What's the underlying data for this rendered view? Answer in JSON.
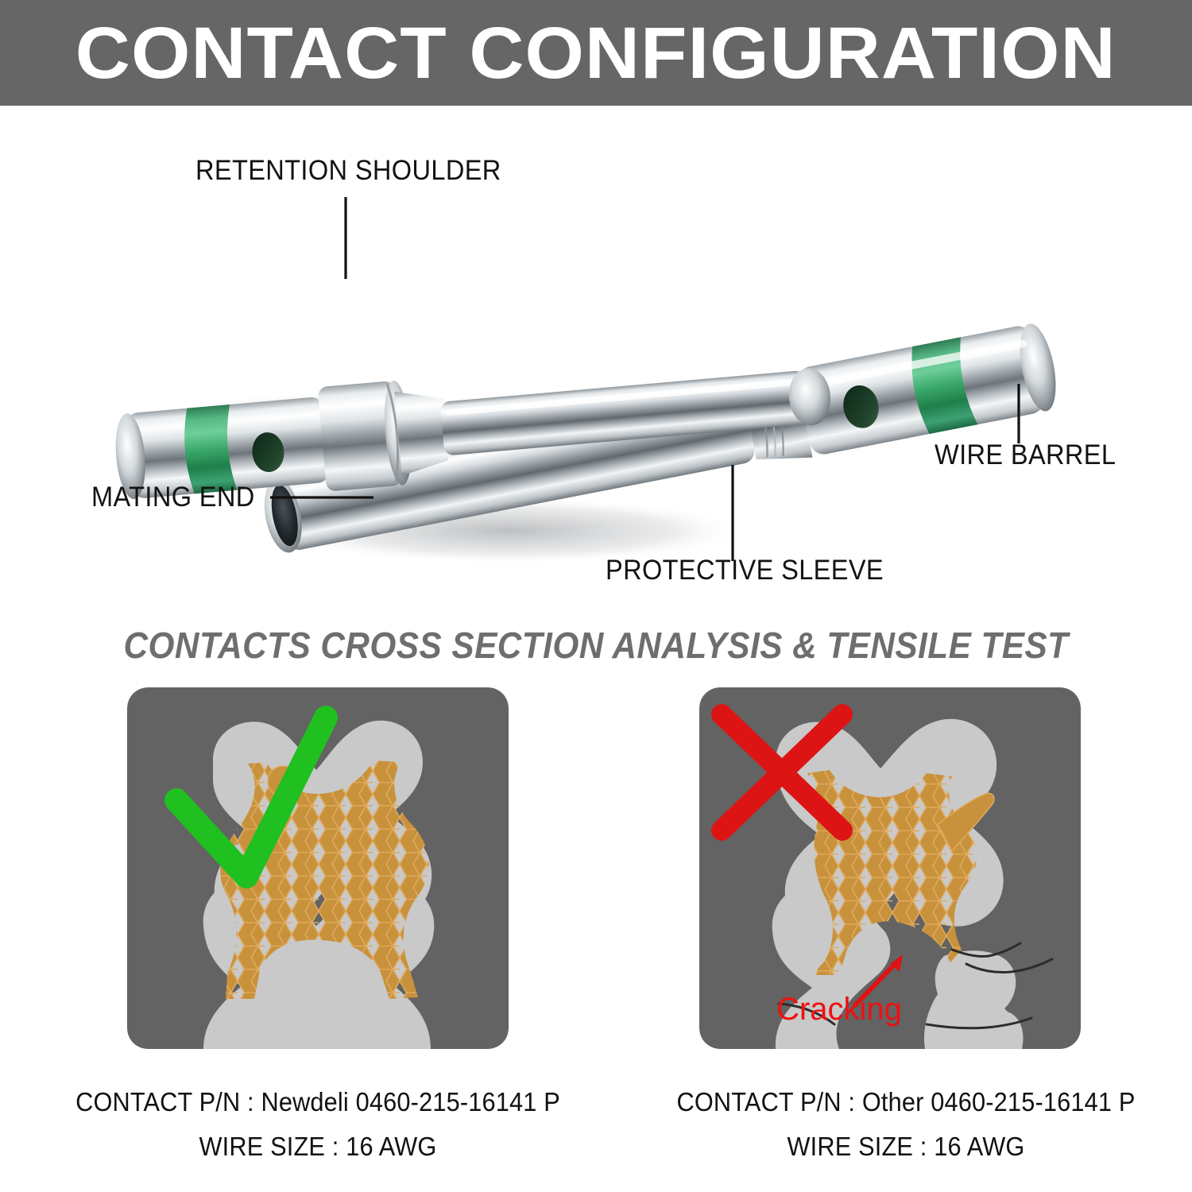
{
  "header": {
    "title": "CONTACT CONFIGURATION",
    "bg_color": "#666666",
    "text_color": "#ffffff"
  },
  "diagram": {
    "description": "Two chrome-plated solid contacts crossed diagonally, each with a green identification band and an inspection hole",
    "labels": {
      "retention_shoulder": "RETENTION SHOULDER",
      "mating_end": "MATING END",
      "wire_barrel": "WIRE BARREL",
      "protective_sleeve": "PROTECTIVE SLEEVE"
    },
    "colors": {
      "metal_light": "#f2f4f5",
      "metal_mid": "#b9bfc4",
      "metal_dark": "#5d6468",
      "band_green": "#3aa86a",
      "hole_dark": "#18301f",
      "leader_line": "#111111"
    }
  },
  "section": {
    "subtitle": "CONTACTS CROSS SECTION ANALYSIS  & TENSILE TEST",
    "subtitle_color": "#6e6e6e"
  },
  "panels": [
    {
      "id": "good",
      "verdict_icon": "check-icon",
      "verdict_color": "#1fc01f",
      "panel_bg": "#636363",
      "metal_color": "#c9c9c9",
      "wire_color": "#c8913c",
      "wire_outline": "#dfa95a",
      "cracked": false,
      "caption_line1": "CONTACT  P/N : Newdeli 0460-215-16141 P",
      "caption_line2": "WIRE SIZE : 16 AWG"
    },
    {
      "id": "bad",
      "verdict_icon": "cross-icon",
      "verdict_color": "#dd1414",
      "panel_bg": "#636363",
      "metal_color": "#c9c9c9",
      "wire_color": "#c8913c",
      "wire_outline": "#dfa95a",
      "cracked": true,
      "crack_label": "Cracking",
      "crack_label_color": "#ee1111",
      "caption_line1": "CONTACT  P/N : Other 0460-215-16141 P",
      "caption_line2": "WIRE SIZE : 16 AWG"
    }
  ]
}
